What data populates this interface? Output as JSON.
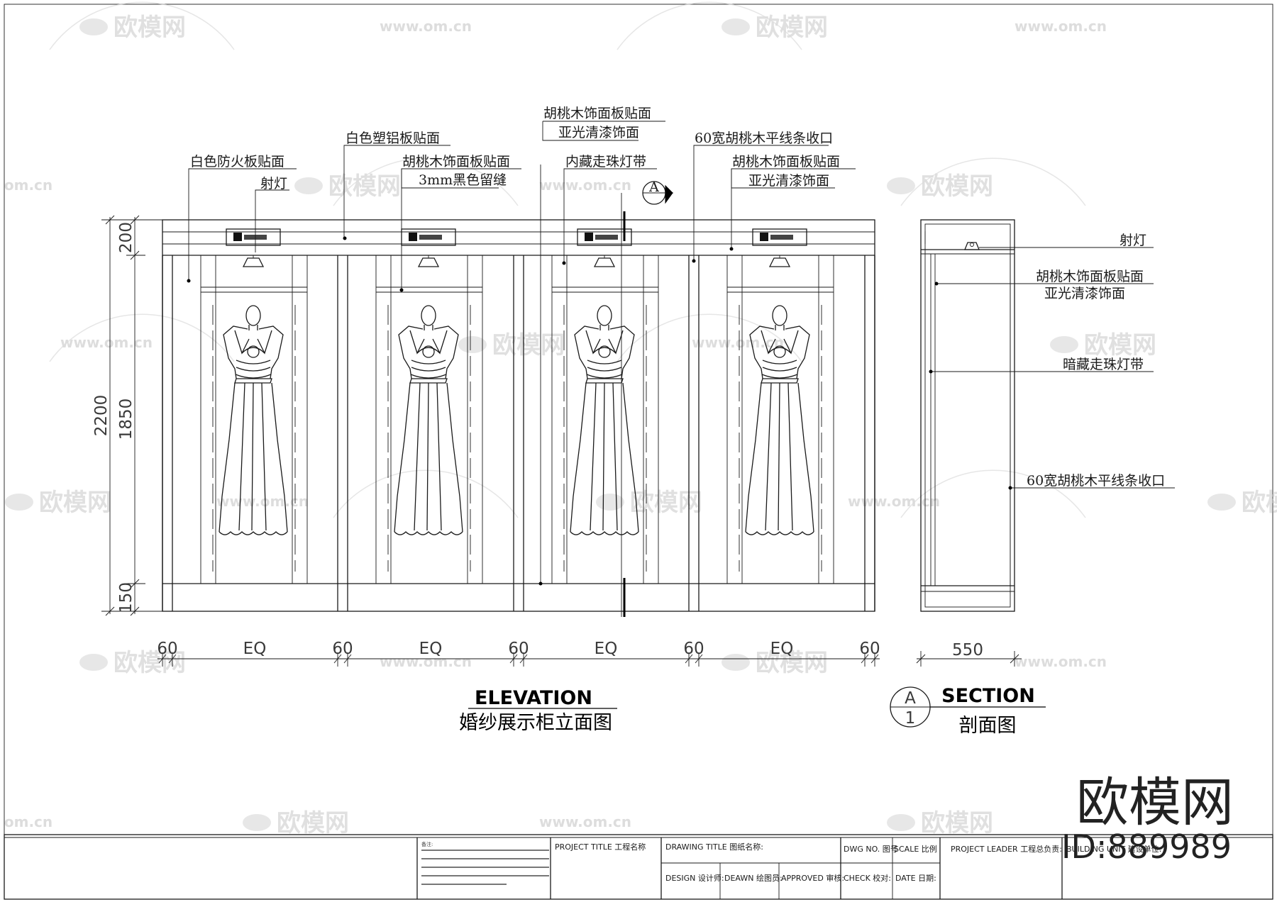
{
  "watermark": {
    "logo_text": "欧模网",
    "url": "www.om.cn",
    "url_fragment": "om.cn"
  },
  "elevation": {
    "callouts": [
      "白色防火板贴面",
      "射灯",
      "白色塑铝板贴面",
      "胡桃木饰面板贴面",
      "3mm黑色留缝",
      "胡桃木饰面板贴面",
      "亚光清漆饰面",
      "内藏走珠灯带",
      "60宽胡桃木平线条收口",
      "胡桃木饰面板贴面",
      "亚光清漆饰面"
    ],
    "section_marker": "A",
    "dims_vertical": [
      "2200",
      "200",
      "1850",
      "150"
    ],
    "dims_horizontal": [
      "60",
      "EQ",
      "60",
      "EQ",
      "60",
      "EQ",
      "60",
      "EQ",
      "60"
    ],
    "title_en": "ELEVATION",
    "title_cn": "婚纱展示柜立面图"
  },
  "section": {
    "callouts": [
      "射灯",
      "胡桃木饰面板贴面",
      "亚光清漆饰面",
      "暗藏走珠灯带",
      "60宽胡桃木平线条收口"
    ],
    "dim_width": "550",
    "marker_letter": "A",
    "marker_number": "1",
    "title_en": "SECTION",
    "title_cn": "剖面图"
  },
  "title_block": {
    "note_label": "备注:",
    "project_title": "PROJECT TITLE 工程名称",
    "drawing_title": "DRAWING TITLE 图纸名称:",
    "dwg_no": "DWG NO. 图号",
    "scale": "SCALE 比例",
    "project_leader": "PROJECT LEADER 工程总负责:",
    "building_unit": "BUILDING UNIT 建设单位:",
    "design": "DESIGN 设计师:",
    "drawn": "DEAWN 绘图员:",
    "approved": "APPROVED 审核:",
    "check": "CHECK 校对:",
    "date": "DATE 日期:"
  },
  "brand": {
    "name": "欧模网",
    "id": "ID:889989"
  }
}
